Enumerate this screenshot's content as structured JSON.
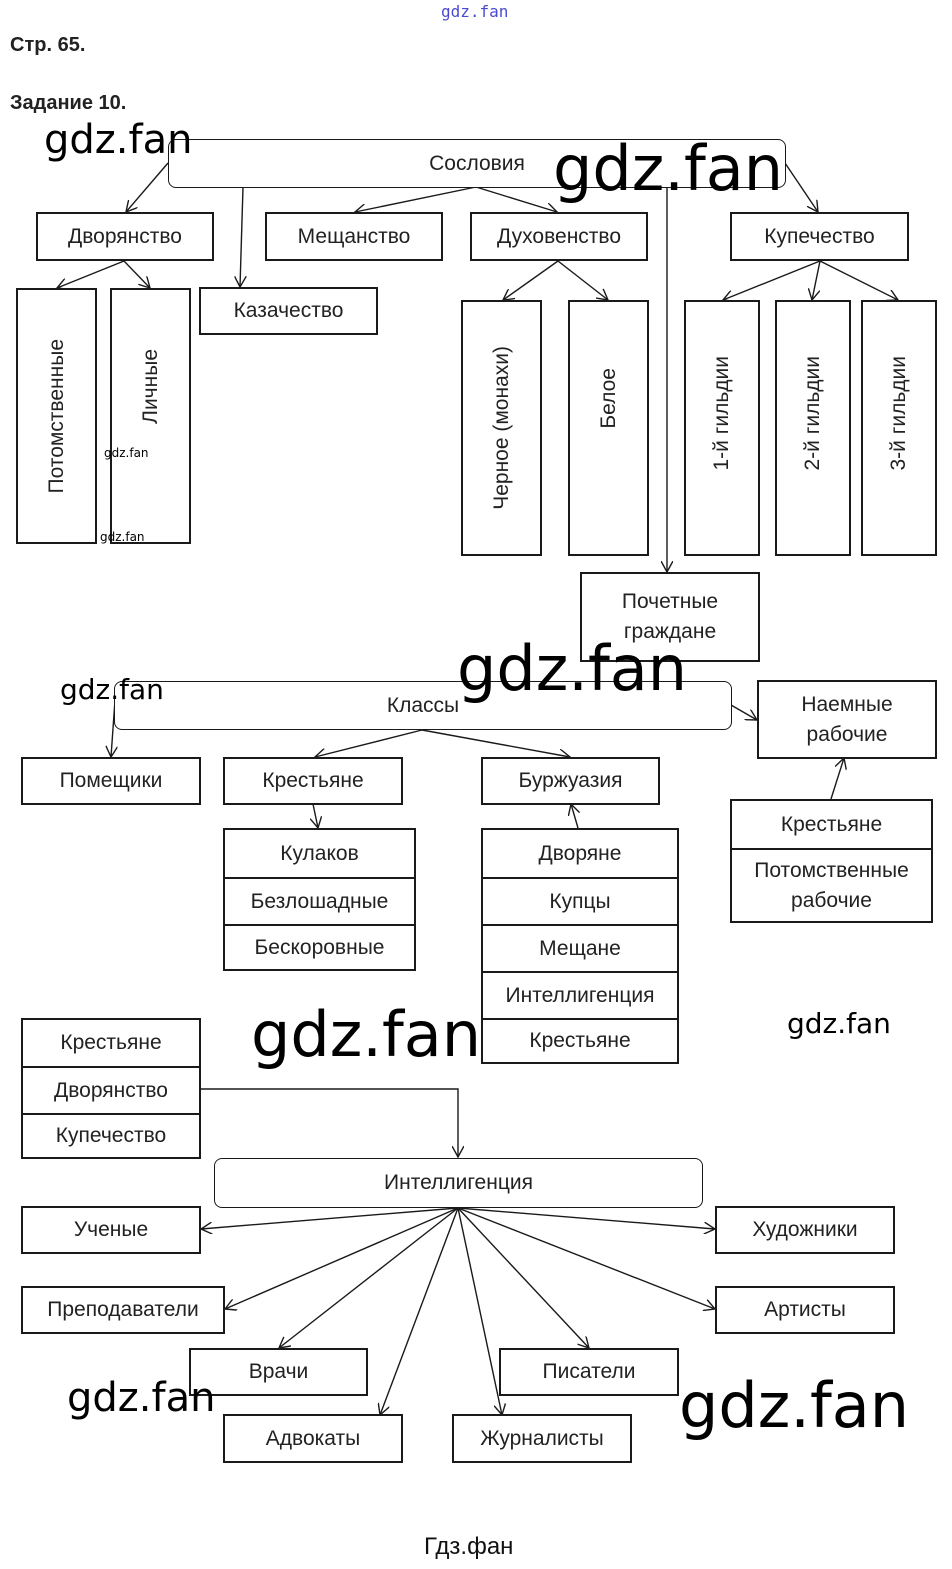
{
  "header": {
    "top_watermark": "gdz.fan",
    "page": "Стр. 65.",
    "task": "Задание 10."
  },
  "estates": {
    "root": "Сословия",
    "nobility": {
      "label": "Дворянство",
      "children": [
        "Потомственные",
        "Личные"
      ]
    },
    "cossacks": "Казачество",
    "townsfolk": "Мещанство",
    "clergy": {
      "label": "Духовенство",
      "children": [
        "Черное (монахи)",
        "Белое"
      ]
    },
    "merchants": {
      "label": "Купечество",
      "children": [
        "1-й гильдии",
        "2-й гильдии",
        "3-й гильдии"
      ]
    },
    "honorary_citizens": "Почетные граждане"
  },
  "classes": {
    "root": "Классы",
    "landowners": "Помещики",
    "peasants": {
      "label": "Крестьяне",
      "children": [
        "Кулаков",
        "Безлошадные",
        "Бескоровные"
      ]
    },
    "bourgeoisie": {
      "label": "Буржуазия",
      "sources": [
        "Дворяне",
        "Купцы",
        "Мещане",
        "Интеллигенция",
        "Крестьяне"
      ]
    },
    "hired_workers": {
      "label": "Наемные рабочие",
      "sources": [
        "Крестьяне",
        "Потомственные рабочие"
      ]
    }
  },
  "intelligentsia": {
    "sources": [
      "Крестьяне",
      "Дворянство",
      "Купечество"
    ],
    "root": "Интеллигенция",
    "children": [
      "Ученые",
      "Художники",
      "Преподаватели",
      "Артисты",
      "Врачи",
      "Писатели",
      "Адвокаты",
      "Журналисты"
    ]
  },
  "watermarks": [
    "gdz.fan",
    "gdz.fan",
    "gdz.fan",
    "gdz.fan",
    "gdz.fan",
    "gdz.fan",
    "gdz.fan",
    "gdz.fan",
    "gdz.fan"
  ],
  "footer": "Гдз.фан"
}
